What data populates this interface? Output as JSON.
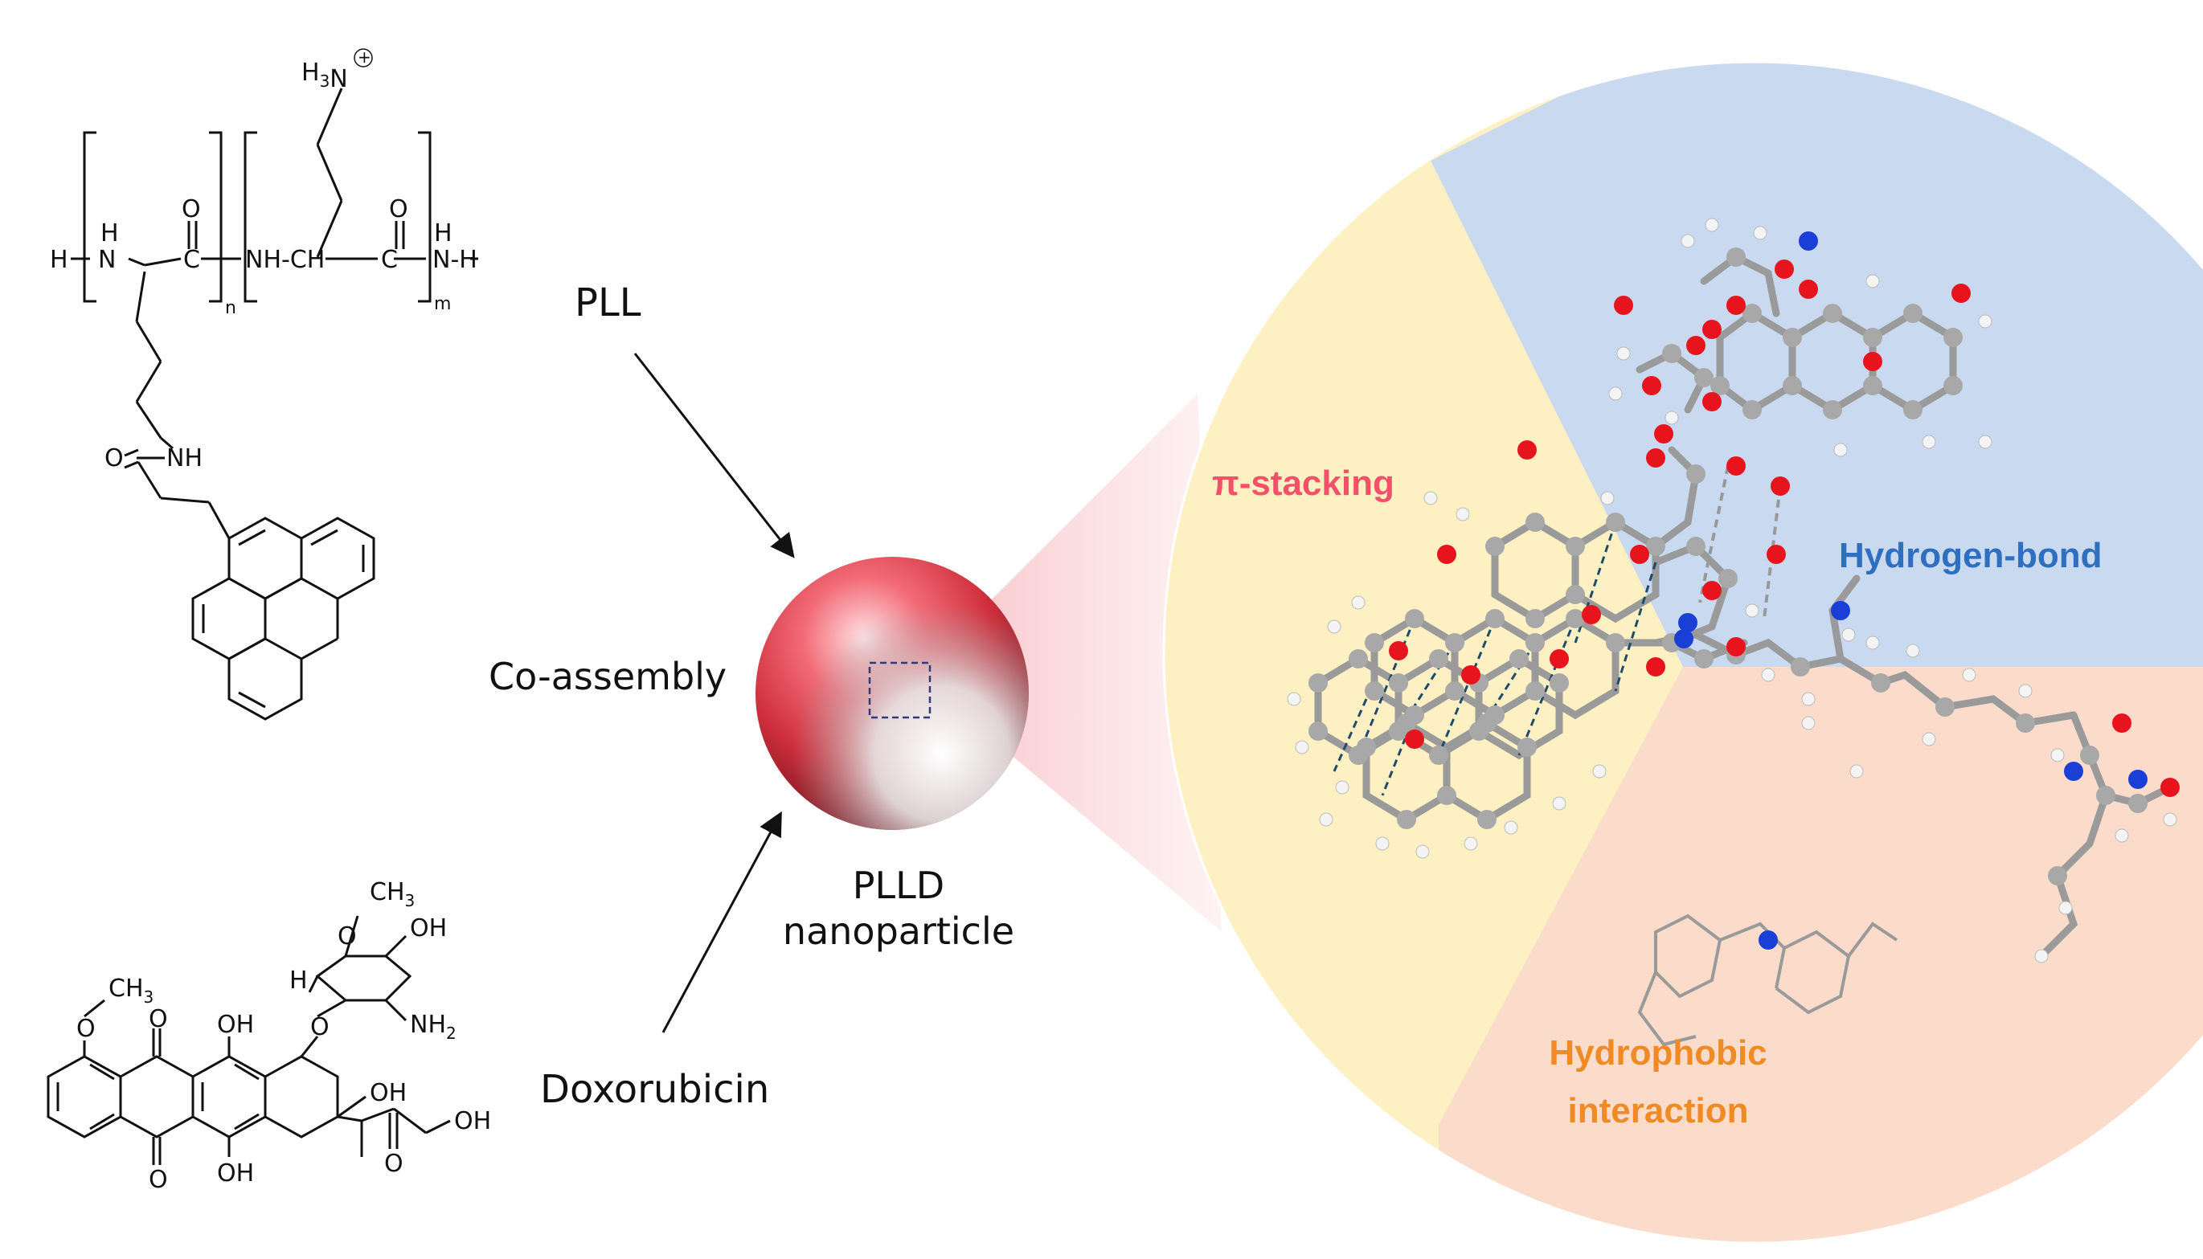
{
  "labels": {
    "pll": "PLL",
    "co_assembly": "Co-assembly",
    "doxorubicin": "Doxorubicin",
    "plld_line1": "PLLD",
    "plld_line2": "nanoparticle"
  },
  "interactions": {
    "pi_stacking": "π-stacking",
    "hydrogen_bond": "Hydrogen-bond",
    "hydrophobic_line1": "Hydrophobic",
    "hydrophobic_line2": "interaction"
  },
  "pll_structure": {
    "h3n": "H3N",
    "plus": "+",
    "h_left": "H",
    "nh_h": "H",
    "nh_n": "N",
    "c1": "C",
    "o1": "O",
    "n_sub": "n",
    "nh_ch": "NH-CH",
    "c2": "C",
    "o2": "O",
    "nh_end_h": "H",
    "nh_end": "N-H",
    "m_sub": "m",
    "amide_o": "O",
    "amide_nh": "NH"
  },
  "dox_structure": {
    "ch3_top": "CH3",
    "oh_sugar": "OH",
    "h_sugar": "H",
    "o_ring": "O",
    "nh2": "NH2",
    "och3": "CH3",
    "o_methoxy": "O",
    "o_top": "O",
    "oh_top": "OH",
    "o_link": "O",
    "oh_c9": "OH",
    "o_bottom": "O",
    "oh_bottom": "OH",
    "o_keto": "O",
    "oh_end": "OH"
  },
  "colors": {
    "pi_stacking": "#f4506a",
    "hydrogen_bond": "#2f6fc0",
    "hydrophobic": "#f08a24",
    "sector_yellow": "#fdf0c2",
    "sector_blue": "#c9daf0",
    "sector_peach": "#fbdccb"
  }
}
